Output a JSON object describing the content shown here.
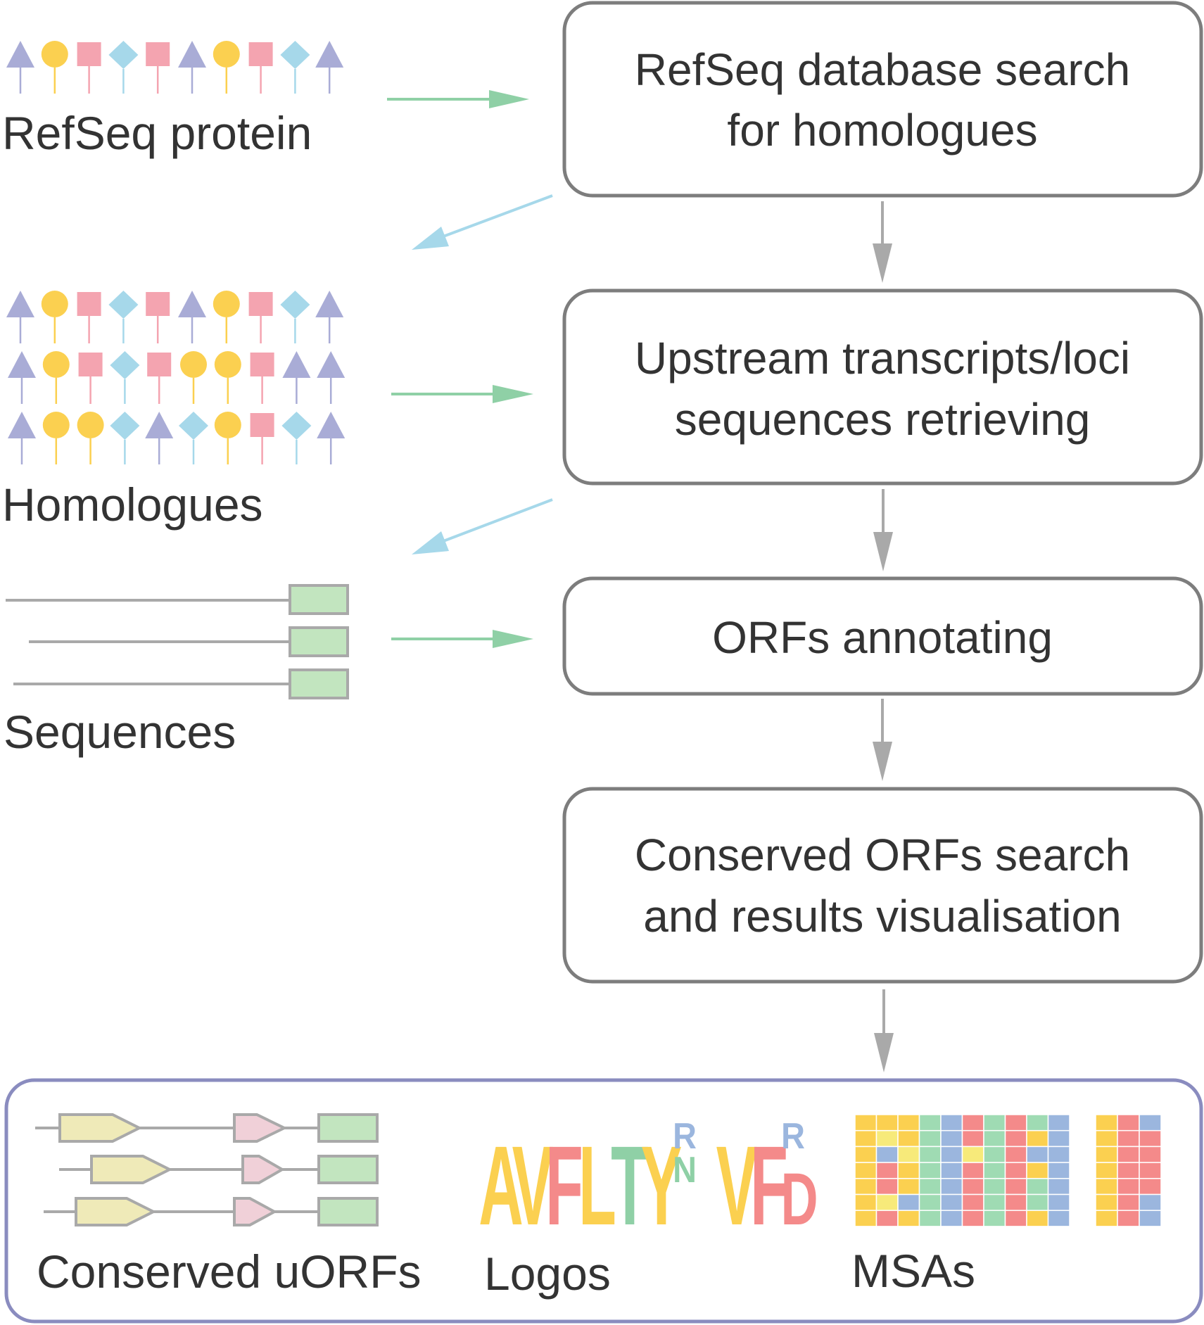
{
  "steps": [
    {
      "line1": "RefSeq database search",
      "line2": "for homologues"
    },
    {
      "line1": "Upstream transcripts/loci",
      "line2": "sequences retrieving"
    },
    {
      "line1": "ORFs annotating",
      "line2": ""
    },
    {
      "line1": "Conserved ORFs search",
      "line2": "and results visualisation"
    }
  ],
  "labels": {
    "refseq_protein": "RefSeq protein",
    "homologues": "Homologues",
    "sequences": "Sequences"
  },
  "outputs": {
    "conserved_uorfs": "Conserved uORFs",
    "logos": "Logos",
    "msas": "MSAs"
  },
  "colors": {
    "triangle": "#a9acd6",
    "circle": "#fbd050",
    "square": "#f4a4b0",
    "diamond": "#a6d8ea",
    "green_arrow": "#8fd0a6",
    "blue_arrow": "#a6d8ea",
    "gray_arrow": "#a9a9a9",
    "box_border": "#7d7d7d",
    "outer_border": "#8a8cbf"
  },
  "protein_rows": {
    "refseq": [
      "triangle",
      "circle",
      "square",
      "diamond",
      "square",
      "triangle",
      "circle",
      "square",
      "diamond",
      "triangle"
    ],
    "homologues": [
      [
        "triangle",
        "circle",
        "square",
        "diamond",
        "square",
        "triangle",
        "circle",
        "square",
        "diamond",
        "triangle"
      ],
      [
        "triangle",
        "circle",
        "square",
        "diamond",
        "square",
        "circle",
        "circle",
        "square",
        "triangle",
        "triangle"
      ],
      [
        "triangle",
        "circle",
        "circle",
        "diamond",
        "triangle",
        "diamond",
        "circle",
        "square",
        "diamond",
        "triangle"
      ]
    ]
  },
  "logo_letters": [
    {
      "text": "A",
      "color": "#fbd050"
    },
    {
      "text": "V",
      "color": "#fbd050"
    },
    {
      "text": "F",
      "color": "#f48a8a"
    },
    {
      "text": "L",
      "color": "#fbd050"
    },
    {
      "text": "T",
      "color": "#8fd0a6"
    },
    {
      "text": "Y",
      "color": "#fbd050"
    },
    {
      "text": "R",
      "color": "#9bb6de"
    },
    {
      "text": "N",
      "color": "#8fd0a6"
    },
    {
      "text": "V",
      "color": "#fbd050"
    },
    {
      "text": "F",
      "color": "#f48a8a"
    },
    {
      "text": "R",
      "color": "#9bb6de"
    },
    {
      "text": "D",
      "color": "#f48a8a"
    }
  ],
  "msa_palette": {
    "Y": "#fbd050",
    "L": "#f7ea7a",
    "R": "#f48a8a",
    "G": "#9fdbb3",
    "B": "#9bb6de"
  },
  "msa_left": [
    "YYYGBRGRGB",
    "YLYGBRGRYB",
    "YBLGBLGRBB",
    "YRYGBRGRYB",
    "YRYGBRGRGB",
    "YLBGBRGRGB",
    "YRYGBRGRYB"
  ],
  "msa_right": [
    "YRB",
    "YRR",
    "YRR",
    "YRR",
    "YRR",
    "YRB",
    "YRB"
  ]
}
